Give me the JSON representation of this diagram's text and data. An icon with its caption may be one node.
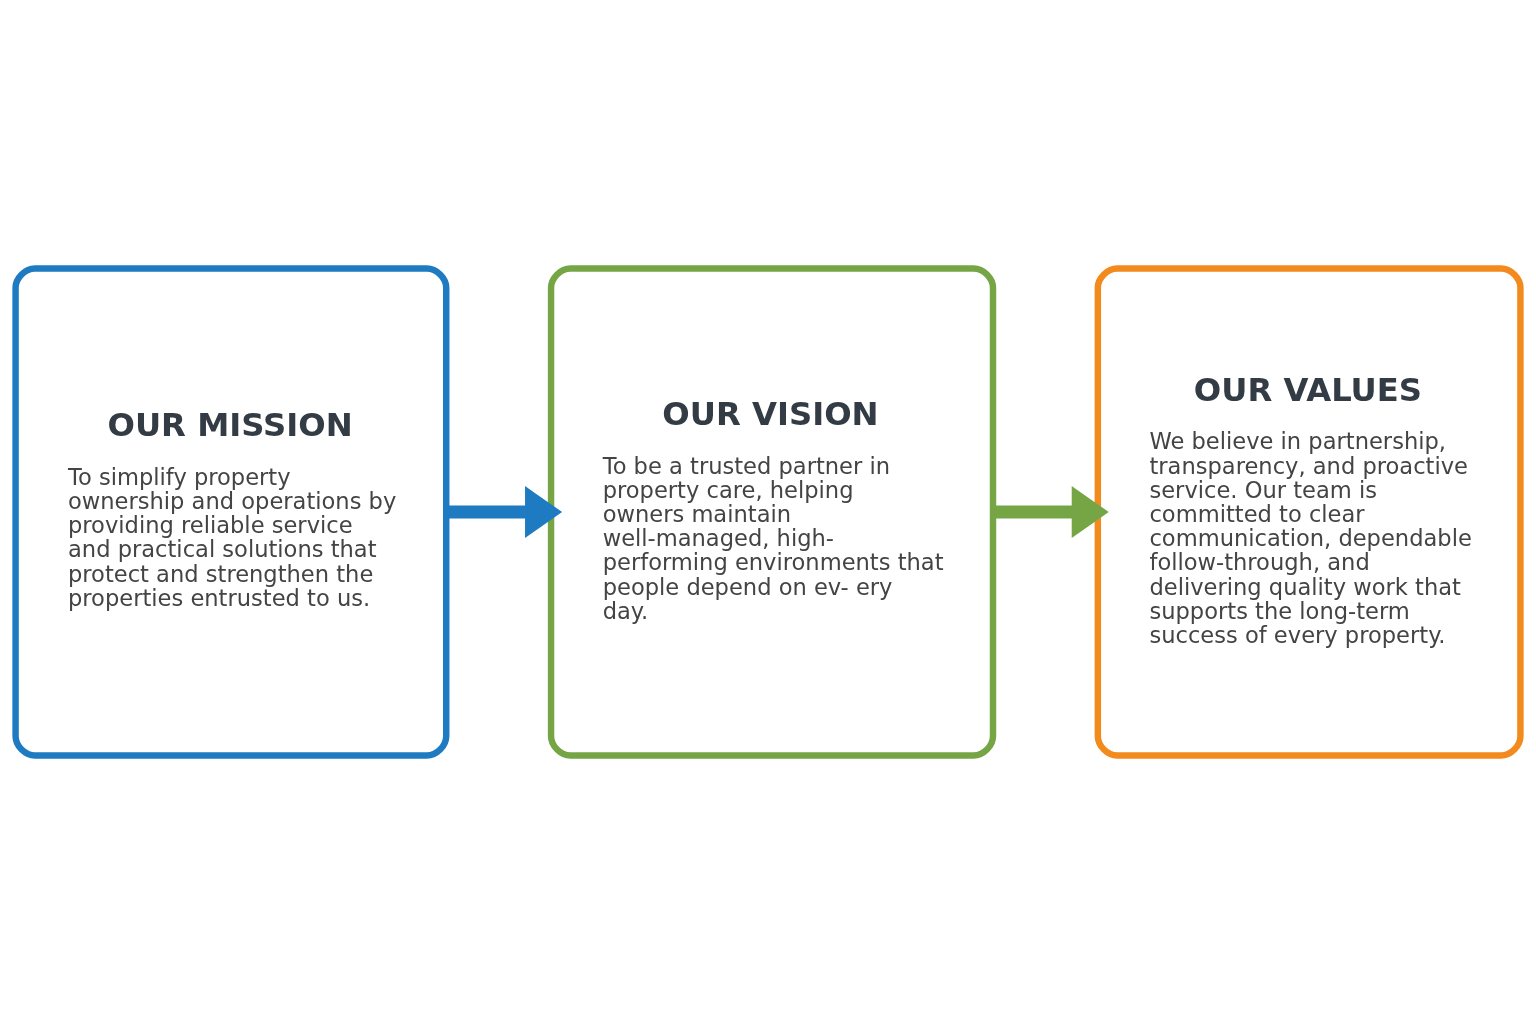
{
  "diagram": {
    "nodes": [
      {
        "text": [
          "OUR MISSION",
          "To simplify property ownership and operations by providing reliable service and practical solutions that protect and strengthen the properties entrusted to us."
        ]
      },
      {
        "text": [
          "OUR VISION",
          "To be a trusted partner in property care, helping owners maintain well-managed, high- performing environments that people depend on ev- ery day."
        ]
      },
      {
        "text": [
          "OUR VALUES",
          "We believe in partnership, transparency, and proactive service. Our team is committed to clear communication, dependable follow-through, and delivering quality work that supports the long-term success of every property."
        ]
      }
    ],
    "edges": [
      {
        "from": 0,
        "to": 1,
        "arrow": "to",
        "color": "#1f7bc1"
      },
      {
        "from": 1,
        "to": 2,
        "arrow": "to",
        "color": "#76a545"
      }
    ]
  }
}
